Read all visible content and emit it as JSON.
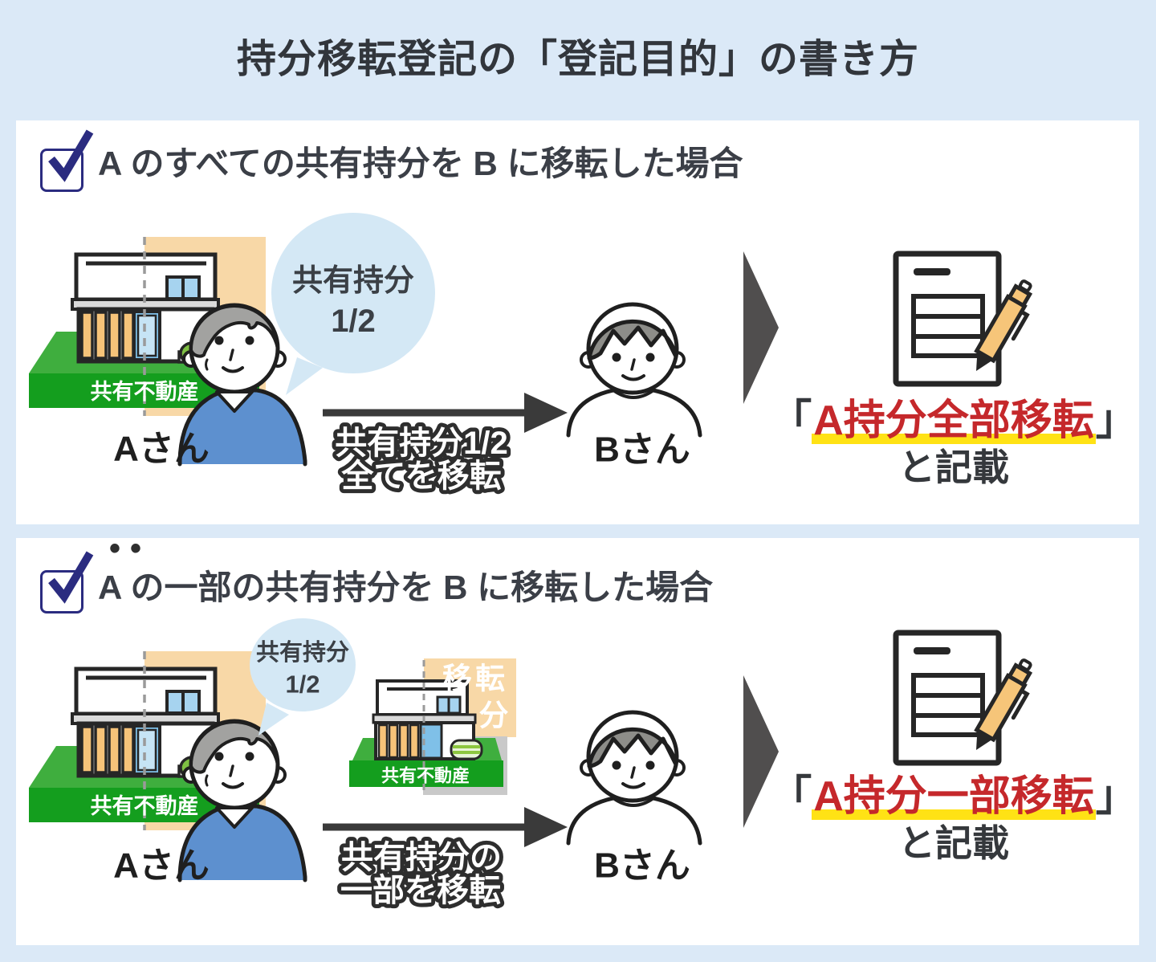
{
  "title": "持分移転登記の「登記目的」の書き方",
  "colors": {
    "background": "#dbe9f7",
    "panel": "#ffffff",
    "heading_text": "#3b3f47",
    "check_navy": "#2b2c80",
    "accent_red": "#c5282b",
    "highlight_yellow": "#ffe215",
    "base_green_top": "#3fae3e",
    "base_green_front": "#149e1e",
    "share_orange": "#f8d8a7",
    "big_arrow_gray": "#504e4e"
  },
  "sections": [
    {
      "heading": "A のすべての共有持分を B に移転した場合",
      "owner": {
        "name": "Aさん",
        "bubble_line1": "共有持分",
        "bubble_line2": "1/2",
        "property_label": "共有不動産"
      },
      "transfer_arrow": {
        "line1": "共有持分1/2",
        "line2": "全てを移転"
      },
      "receiver": {
        "name": "Bさん"
      },
      "result": {
        "open_bracket": "「",
        "registration_purpose": "A持分全部移転",
        "close_bracket": "」",
        "note": "と記載"
      }
    },
    {
      "heading": "A の一部の共有持分を B に移転した場合",
      "emphasis_marks": "••",
      "owner": {
        "name": "Aさん",
        "bubble_line1": "共有持分",
        "bubble_line2": "1/2",
        "property_label": "共有不動産"
      },
      "transfer_portion": {
        "overlay_line1": "移転",
        "overlay_line2": "分",
        "property_label": "共有不動産"
      },
      "transfer_arrow": {
        "line1": "共有持分の",
        "line2": "一部を移転"
      },
      "receiver": {
        "name": "Bさん"
      },
      "result": {
        "open_bracket": "「",
        "registration_purpose": "A持分一部移転",
        "close_bracket": "」",
        "note": "と記載"
      }
    }
  ]
}
